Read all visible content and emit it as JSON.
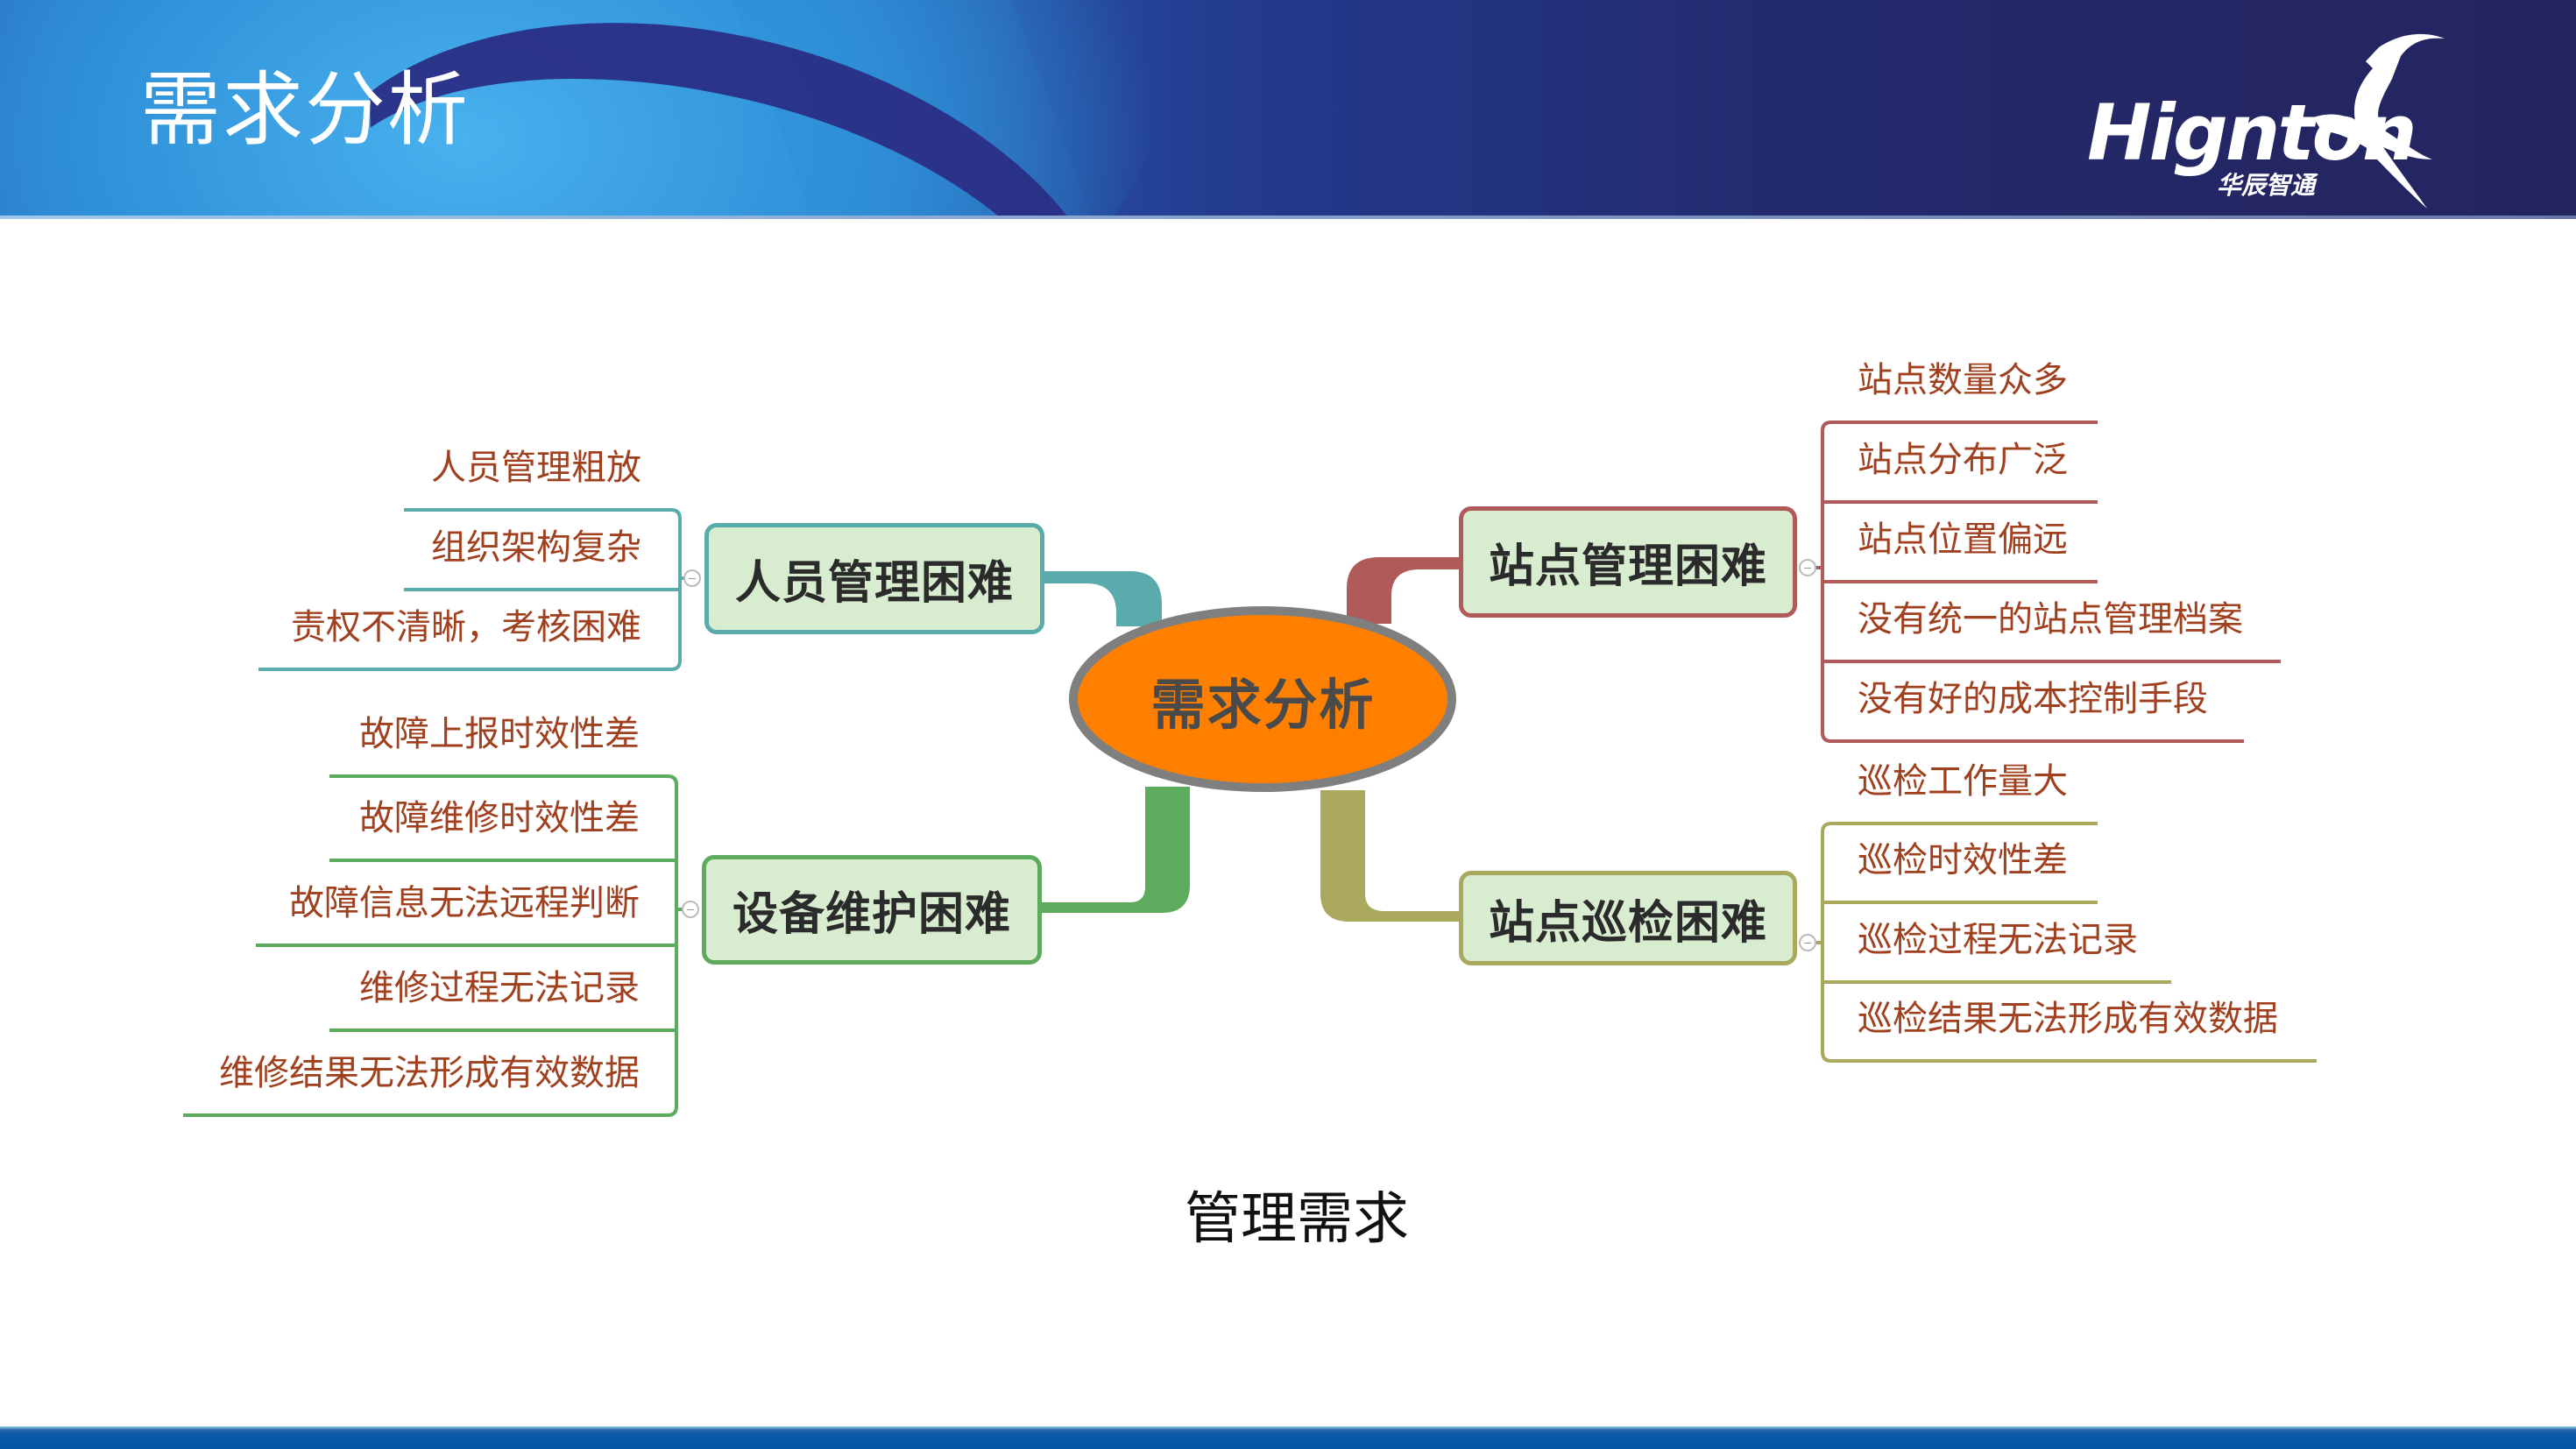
{
  "header": {
    "title": "需求分析",
    "logo": {
      "brand": "Hignton",
      "brand_cn": "华辰智通",
      "icon": "antelope-icon"
    }
  },
  "mindmap": {
    "center": {
      "label": "需求分析",
      "fill": "#ff8000",
      "stroke": "#7f7f7f"
    },
    "branches": [
      {
        "id": "personnel",
        "label": "人员管理困难",
        "side": "left",
        "color": "#5aabac",
        "leaves": [
          "人员管理粗放",
          "组织架构复杂",
          "责权不清晰，考核困难"
        ]
      },
      {
        "id": "equipment",
        "label": "设备维护困难",
        "side": "left",
        "color": "#5dab5d",
        "leaves": [
          "故障上报时效性差",
          "故障维修时效性差",
          "故障信息无法远程判断",
          "维修过程无法记录",
          "维修结果无法形成有效数据"
        ]
      },
      {
        "id": "site-management",
        "label": "站点管理困难",
        "side": "right",
        "color": "#b05a5a",
        "leaves": [
          "站点数量众多",
          "站点分布广泛",
          "站点位置偏远",
          "没有统一的站点管理档案",
          "没有好的成本控制手段"
        ]
      },
      {
        "id": "site-inspection",
        "label": "站点巡检困难",
        "side": "right",
        "color": "#a9a85c",
        "leaves": [
          "巡检工作量大",
          "巡检时效性差",
          "巡检过程无法记录",
          "巡检结果无法形成有效数据"
        ]
      }
    ],
    "node_fill": "#d8ecd0",
    "leaf_text_color": "#a0401e"
  },
  "caption": "管理需求"
}
